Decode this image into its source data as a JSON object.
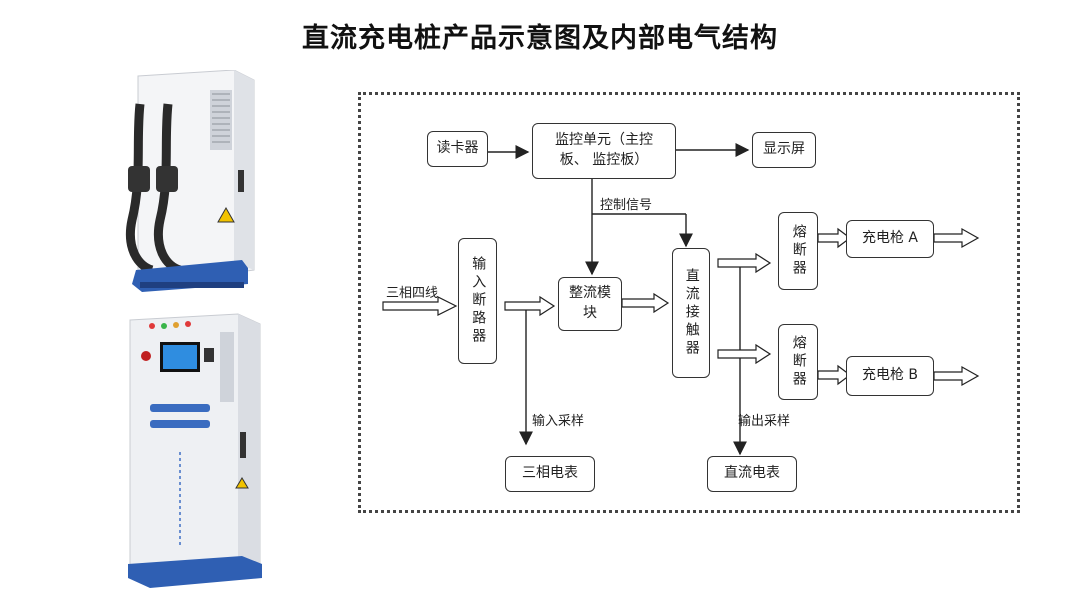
{
  "title": "直流充电桩产品示意图及内部电气结构",
  "diagram": {
    "nodes": {
      "card_reader": "读卡器",
      "monitor_unit": "监控单元（主控板、 监控板）",
      "display": "显示屏",
      "input_breaker": "输入断路器",
      "rectifier": "整流模块",
      "dc_contactor": "直流接触器",
      "fuse_a": "熔断器",
      "fuse_b": "熔断器",
      "gun_a": "充电枪 A",
      "gun_b": "充电枪 B",
      "three_phase_meter": "三相电表",
      "dc_meter": "直流电表"
    },
    "labels": {
      "control_signal": "控制信号",
      "three_phase_four_wire": "三相四线",
      "input_sampling": "输入采样",
      "output_sampling": "输出采样"
    }
  },
  "colors": {
    "cabinet": "#eef0f3",
    "base": "#2f5fb3",
    "cable": "#2a2a2a",
    "screen": "#2f8de0"
  }
}
